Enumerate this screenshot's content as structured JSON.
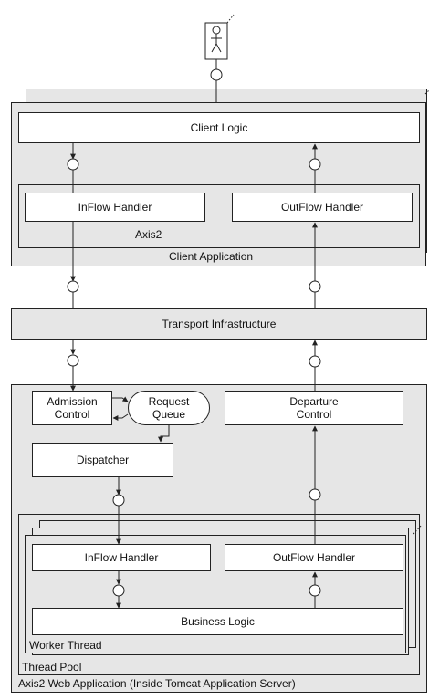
{
  "client": {
    "logic": "Client Logic",
    "inflow": "InFlow Handler",
    "outflow": "OutFlow Handler",
    "axis2": "Axis2",
    "application": "Client Application"
  },
  "transport": {
    "label": "Transport Infrastructure"
  },
  "server": {
    "admission_line1": "Admission",
    "admission_line2": "Control",
    "queue_line1": "Request",
    "queue_line2": "Queue",
    "departure_line1": "Departure",
    "departure_line2": "Control",
    "dispatcher": "Dispatcher",
    "inflow": "InFlow Handler",
    "outflow": "OutFlow Handler",
    "business": "Business Logic",
    "worker_thread": "Worker Thread",
    "thread_pool": "Thread Pool",
    "web_application": "Axis2 Web Application (Inside Tomcat Application Server)"
  },
  "colors": {
    "fill": "#e6e6e6",
    "line": "#222222"
  }
}
